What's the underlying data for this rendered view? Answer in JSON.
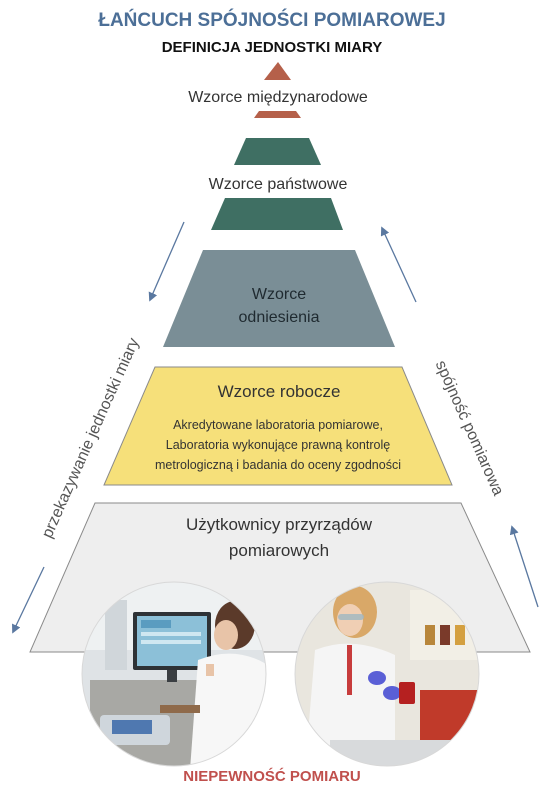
{
  "title": "ŁAŃCUCH SPÓJNOŚCI POMIAROWEJ",
  "subtitle": "DEFINICJA JEDNOSTKI MIARY",
  "bottom_label": "NIEPEWNOŚĆ POMIARU",
  "left_arrow_label": "przekazywanie jednostki miary",
  "right_arrow_label": "spójność pomiarowa",
  "levels": {
    "international": {
      "label": "Wzorce międzynarodowe",
      "color": "#b5604a"
    },
    "national": {
      "label": "Wzorce państwowe",
      "color": "#3f6f63"
    },
    "reference": {
      "label_line1": "Wzorce",
      "label_line2": "odniesienia",
      "color": "#7a8e96"
    },
    "working": {
      "label": "Wzorce robocze",
      "desc_line1": "Akredytowane laboratoria pomiarowe,",
      "desc_line2": "Laboratoria wykonujące prawną kontrolę",
      "desc_line3": "metrologiczną i badania do oceny zgodności",
      "color": "#f6e07a"
    },
    "users": {
      "label_line1": "Użytkownicy przyrządów",
      "label_line2": "pomiarowych",
      "color": "#eeeeee"
    }
  },
  "colors": {
    "title": "#4c6f97",
    "bottom": "#c0504d",
    "arrow": "#5a78a0"
  }
}
